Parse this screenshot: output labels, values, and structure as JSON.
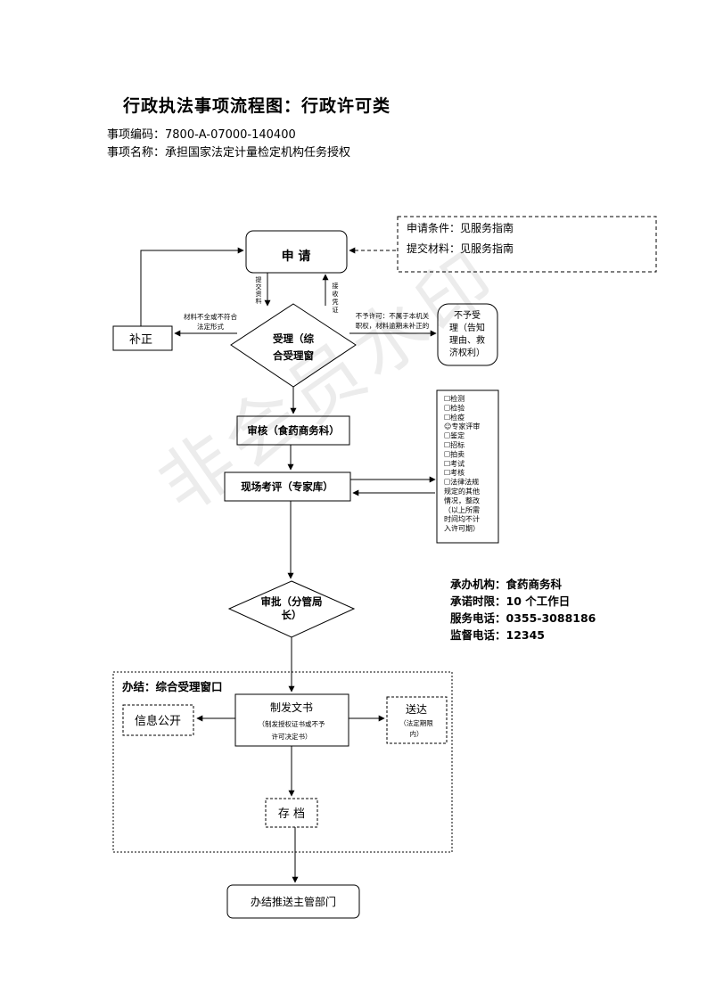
{
  "title": "行政执法事项流程图：行政许可类",
  "item_code": "事项编码：7800-A-07000-140400",
  "item_name": "事项名称：承担国家法定计量检定机构任务授权",
  "conditions_box": {
    "line1": "申请条件：见服务指南",
    "line2": "提交材料：见服务指南"
  },
  "apply_box": "申 请",
  "submit_label": [
    "提",
    "交",
    "资",
    "料"
  ],
  "receipt_label": [
    "接",
    "收",
    "凭",
    "证"
  ],
  "accept_diamond": [
    "受理（综",
    "合受理窗"
  ],
  "incomplete_label": [
    "材料不全或不符合",
    "法定形式"
  ],
  "supplement_box": "补正",
  "reject_label": [
    "不予许可：不属于本机关",
    "职权，材料逾期未补正的"
  ],
  "reject_box": [
    "不予受",
    "理（告知",
    "理由、救",
    "济权利）"
  ],
  "review_box": "审核（食药商务科）",
  "site_box": "现场考评（专家库）",
  "checklist": [
    "☐检测",
    "☐检验",
    "☐检疫",
    "☺专家评审",
    "☐鉴定",
    "☐招标",
    "☐拍卖",
    "☐考试",
    "☐考核",
    "☐法律法规",
    "规定的其他",
    "情况，整改",
    "（以上所需",
    "时间均不计",
    "入许可期）"
  ],
  "approve_diamond": [
    "审批（分管局",
    "长）"
  ],
  "info": {
    "org": "承办机构：食药商务科",
    "time": "承诺时限：10 个工作日",
    "service_phone": "服务电话：0355-3088186",
    "supervise_phone": "监督电话：12345"
  },
  "conclude_area": "办结：综合受理窗口",
  "issue_box": {
    "title": "制发文书",
    "sub": [
      "（制发授权证书或不予",
      "许可决定书）"
    ]
  },
  "publish_box": "信息公开",
  "deliver_box": {
    "title": "送达",
    "sub": [
      "（法定期限",
      "内）"
    ]
  },
  "archive_box": "存 档",
  "final_box": "办结推送主管部门",
  "watermark": "非会员水印"
}
